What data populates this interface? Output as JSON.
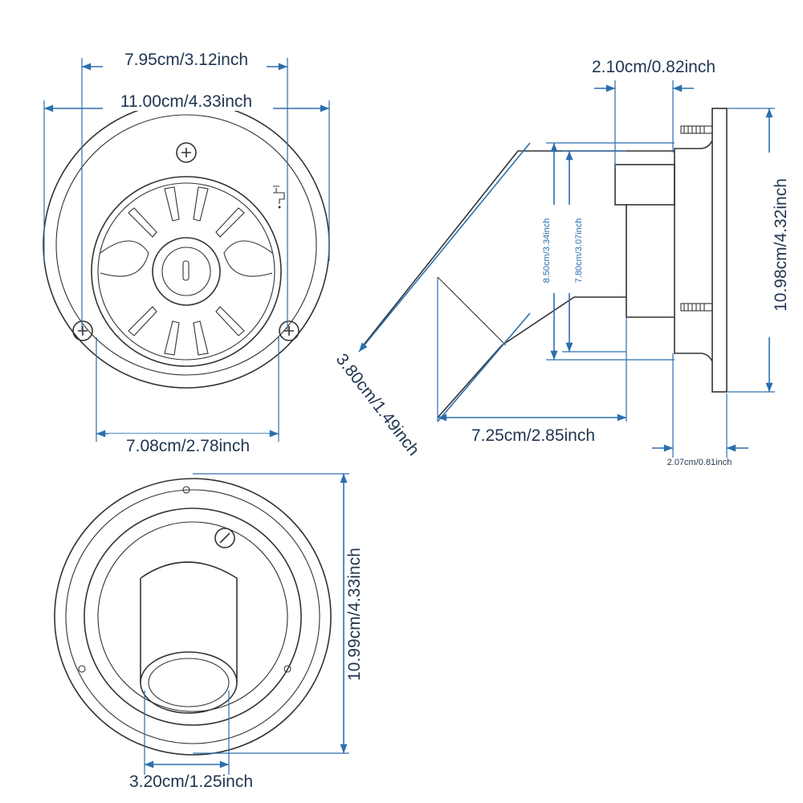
{
  "title": "Water inlet dimension diagram",
  "colors": {
    "dimension": "#2b6fae",
    "outline": "#333333",
    "label": "#1f3550"
  },
  "front_view": {
    "dim_screw_spacing": "7.95cm/3.12inch",
    "dim_outer_diameter": "11.00cm/4.33inch",
    "dim_inner_opening": "7.08cm/2.78inch",
    "icon": "water-faucet-icon"
  },
  "side_view": {
    "dim_top_depth": "2.10cm/0.82inch",
    "dim_outer_height": "8.50cm/3.34inch",
    "dim_inner_height": "7.80cm/3.07inch",
    "dim_plate_height": "10.98cm/4.32inch",
    "dim_pipe_diameter": "3.80cm/1.49inch",
    "dim_projection": "7.25cm/2.85inch",
    "dim_plate_depth": "2.07cm/0.81inch"
  },
  "back_view": {
    "dim_height": "10.99cm/4.33inch",
    "dim_pipe_outlet": "3.20cm/1.25inch"
  }
}
